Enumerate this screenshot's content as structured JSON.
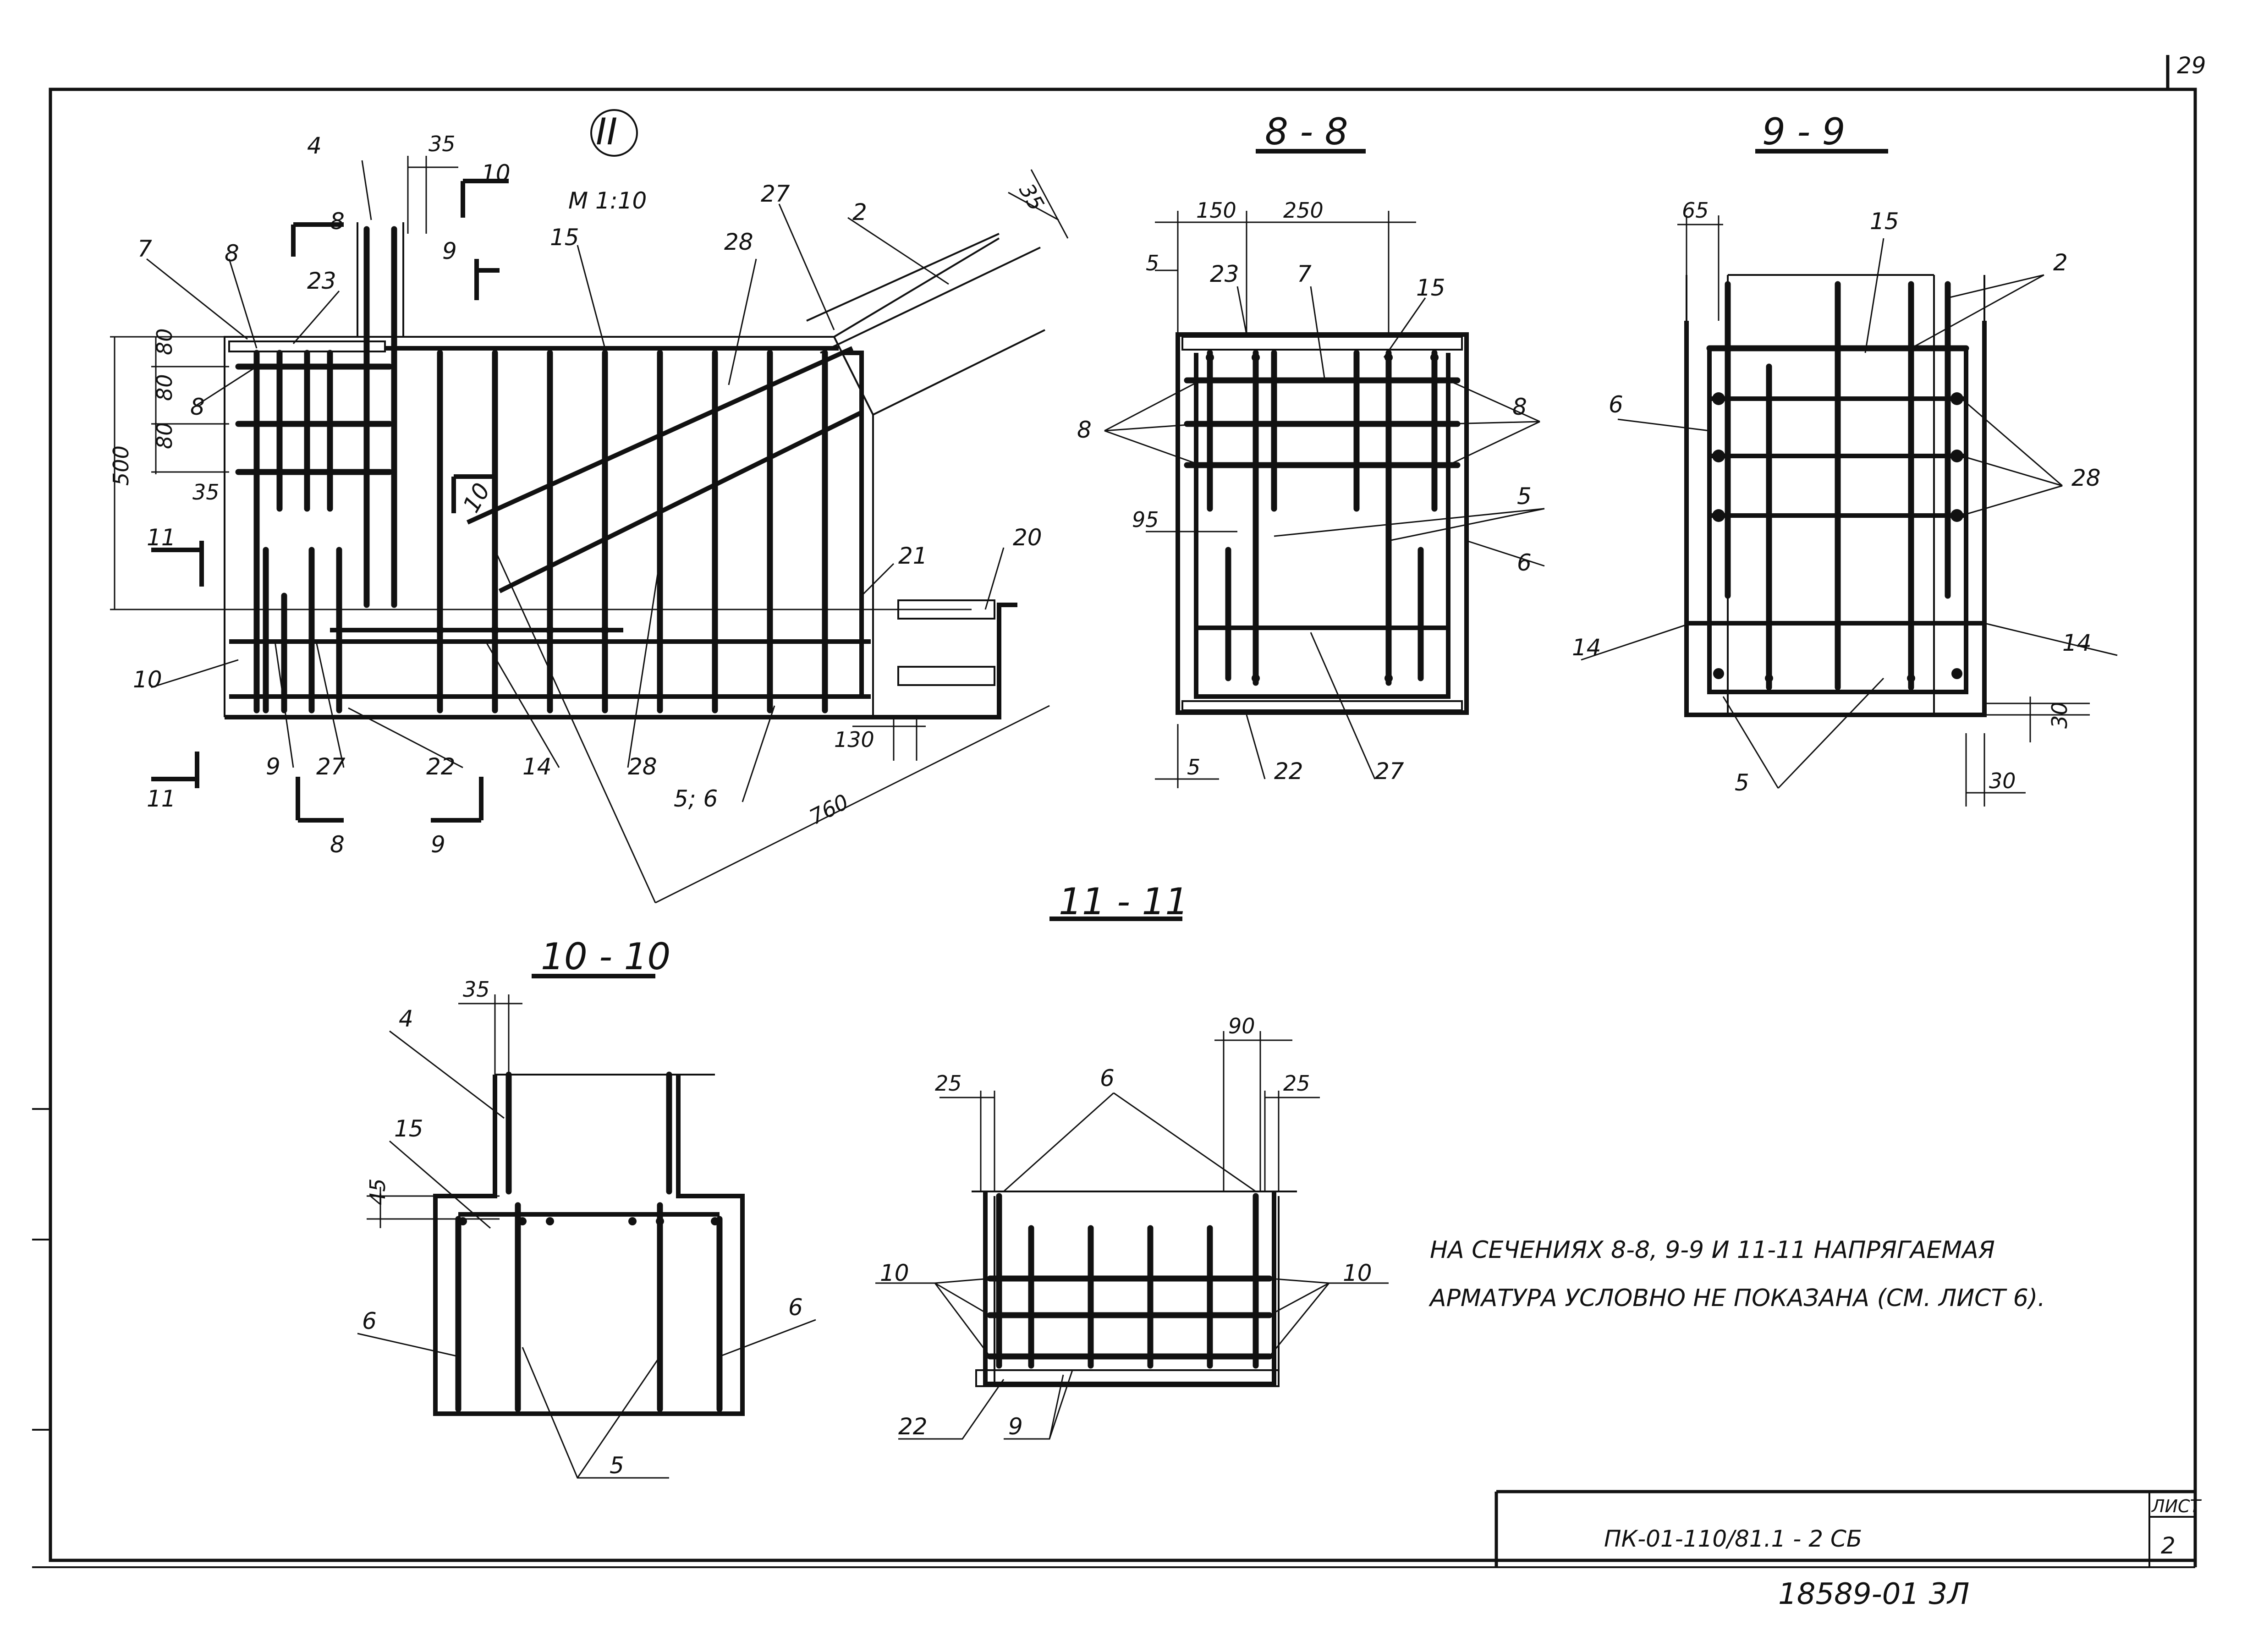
{
  "sheet": {
    "corner_number": "29",
    "scale": "М 1:10",
    "detail_circle": "II",
    "document_code": "ПК-01-110/81.1 - 2 СБ",
    "sheet_label": "ЛИСТ",
    "sheet_number": "2",
    "archive_number": "18589-01 3Л",
    "note_line1": "НА СЕЧЕНИЯХ 8-8, 9-9 И 11-11 НАПРЯГАЕМАЯ",
    "note_line2": "АРМАТУРА УСЛОВНО НЕ ПОКАЗАНА (СМ. ЛИСТ 6)."
  },
  "section_titles": {
    "s8": "8 - 8",
    "s9": "9 - 9",
    "s10": "10 - 10",
    "s11": "11 - 11"
  },
  "main_view": {
    "labels": {
      "p4": "4",
      "p7": "7",
      "p8a": "8",
      "p8b": "8",
      "p23": "23",
      "p15": "15",
      "p27a": "27",
      "p28a": "28",
      "p2": "2",
      "p21": "21",
      "p20": "20",
      "p10a": "10",
      "p10b": "10",
      "p9": "9",
      "p27b": "27",
      "p22": "22",
      "p14": "14",
      "p28b": "28",
      "p56": "5; 6"
    },
    "section_marks": {
      "m8top": "8",
      "m9top": "9",
      "m10top": "10",
      "m11left": "11",
      "m11bot": "11",
      "m8bot": "8",
      "m9bot": "9"
    },
    "dims": {
      "d35top": "35",
      "d35diag": "35",
      "d500": "500",
      "d80a": "80",
      "d80b": "80",
      "d80c": "80",
      "d35left": "35",
      "d130": "130",
      "d760": "760"
    }
  },
  "section_8": {
    "dims": {
      "d150": "150",
      "d250": "250",
      "d5top": "5",
      "d95": "95",
      "d5bot": "5"
    },
    "labels": {
      "p23": "23",
      "p7": "7",
      "p15": "15",
      "p8left": "8",
      "p8right": "8",
      "p5": "5",
      "p6": "6",
      "p22": "22",
      "p27": "27"
    }
  },
  "section_9": {
    "dims": {
      "d65": "65",
      "d30v": "30",
      "d30h": "30"
    },
    "labels": {
      "p15": "15",
      "p2": "2",
      "p6": "6",
      "p28": "28",
      "p14left": "14",
      "p14right": "14",
      "p5": "5"
    }
  },
  "section_10": {
    "dims": {
      "d35": "35",
      "d45": "45"
    },
    "labels": {
      "p4": "4",
      "p15": "15",
      "p6left": "6",
      "p6right": "6",
      "p5": "5"
    }
  },
  "section_11": {
    "dims": {
      "d90": "90",
      "d25left": "25",
      "d25right": "25"
    },
    "labels": {
      "p6": "6",
      "p10left": "10",
      "p10right": "10",
      "p22": "22",
      "p9": "9"
    }
  }
}
